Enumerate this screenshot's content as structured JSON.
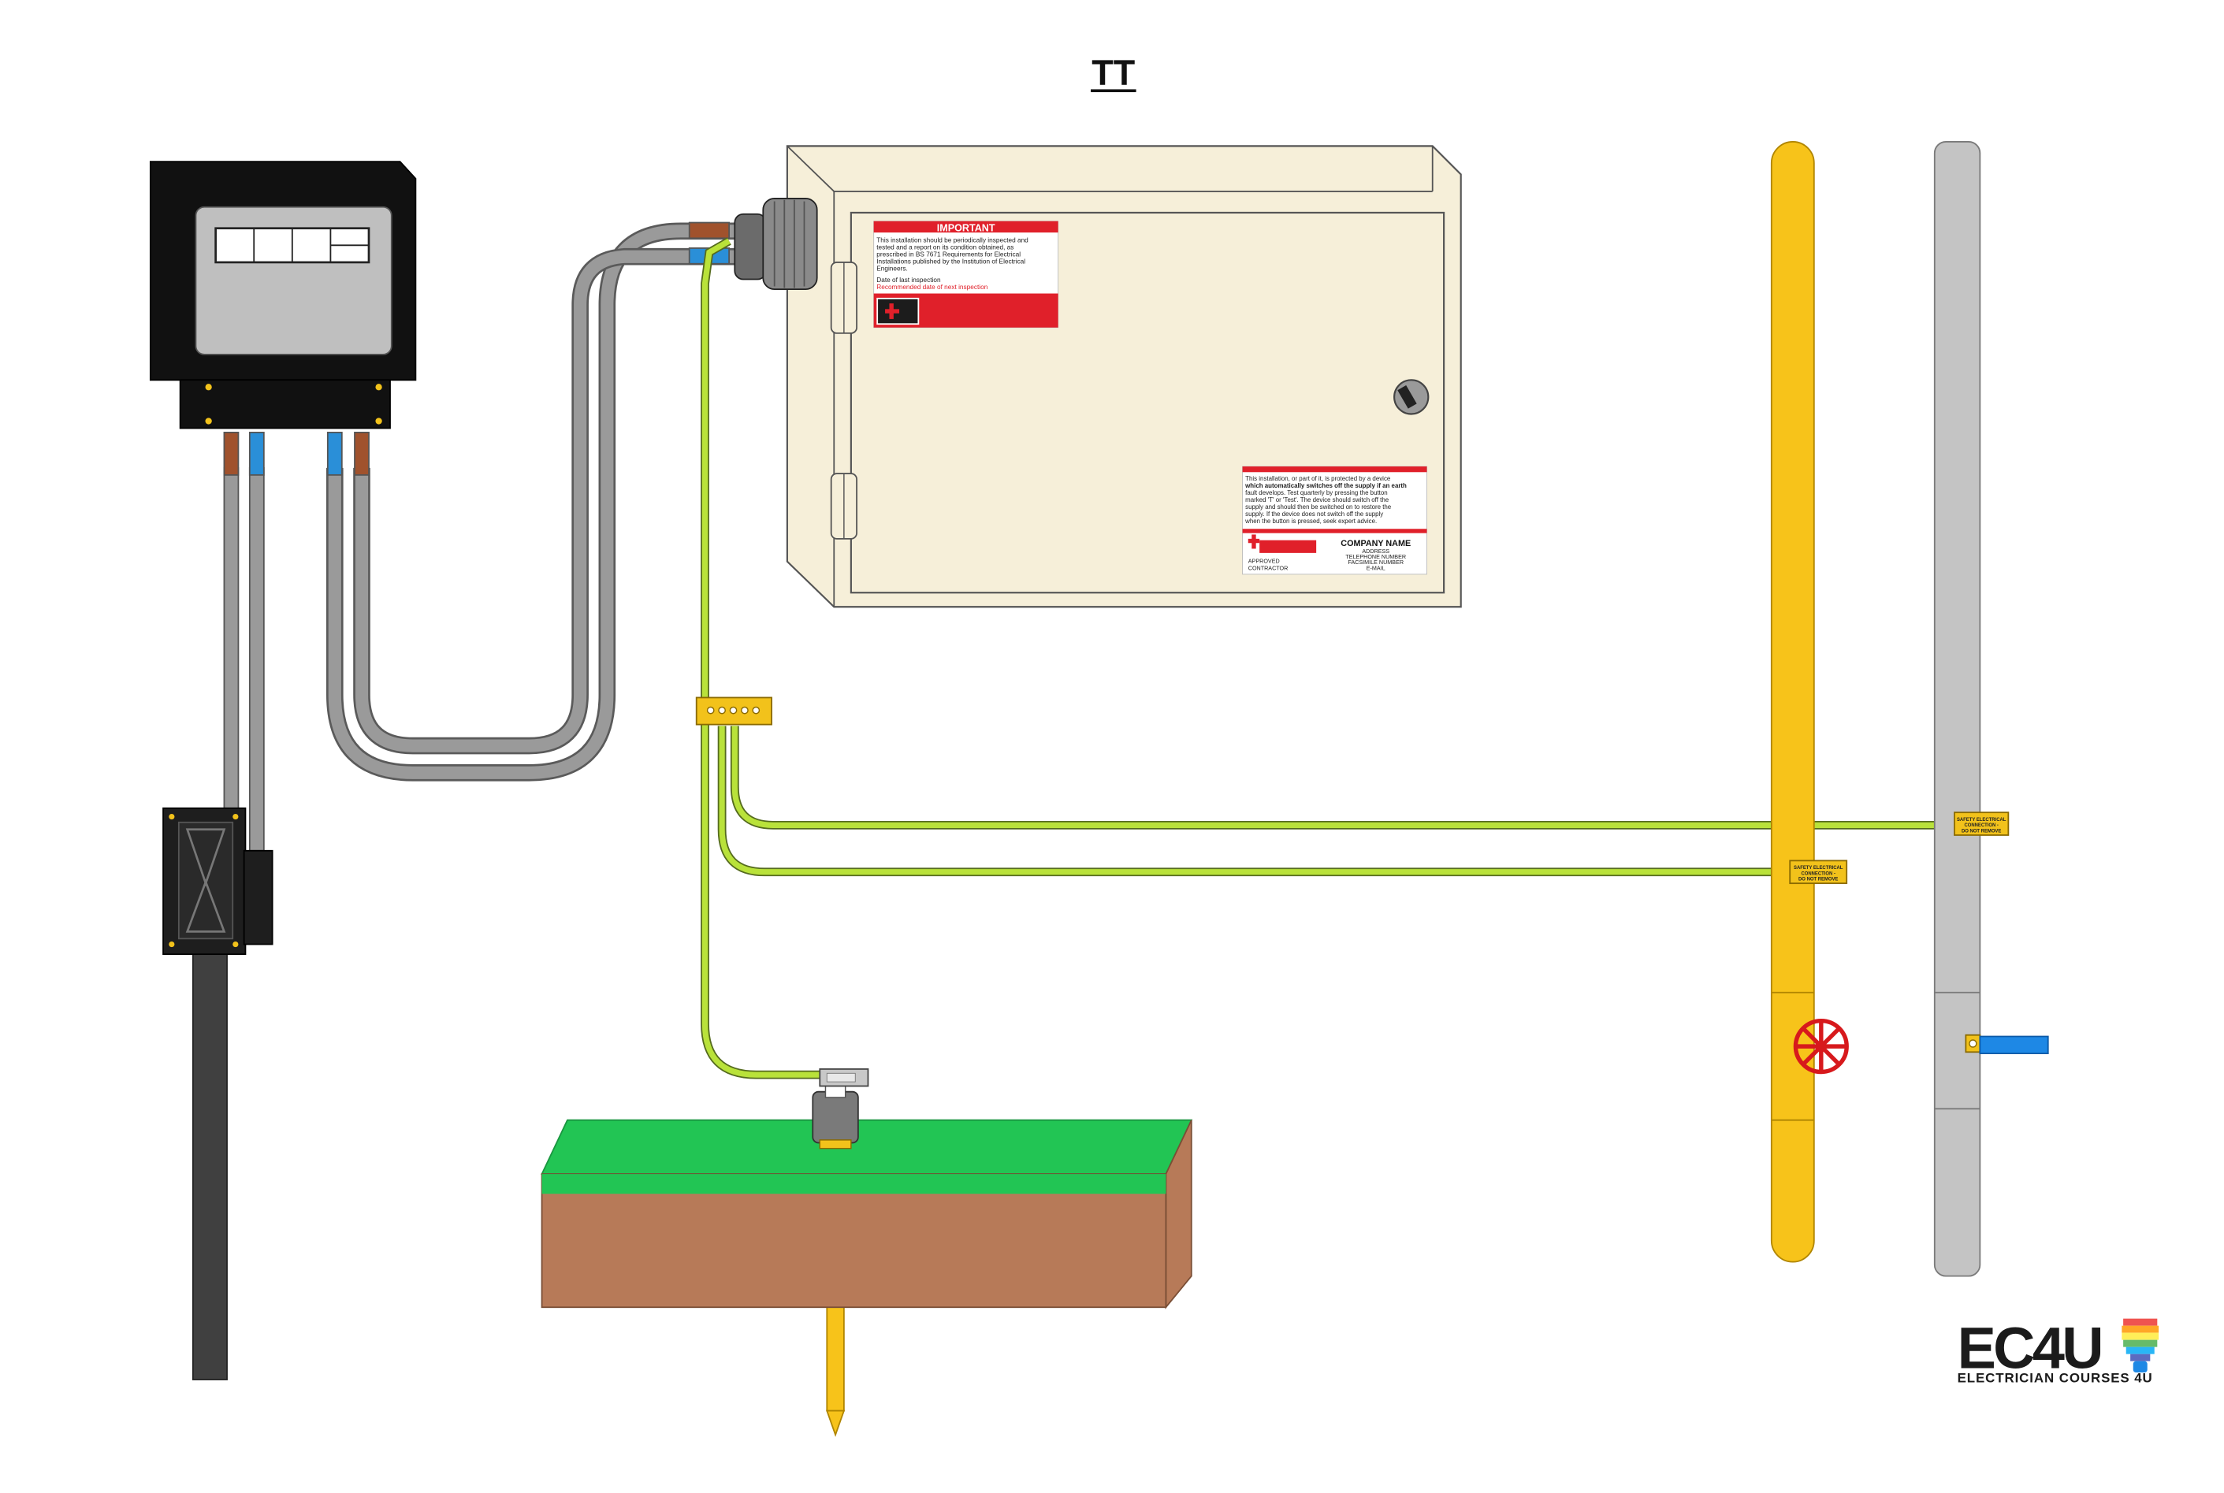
{
  "diagram": {
    "title": "TT",
    "important_label": {
      "heading": "IMPORTANT",
      "body_lines": [
        "This installation should be periodically inspected and",
        "tested and a report on its condition obtained, as",
        "prescribed in BS 7671 Requirements for Electrical",
        "Installations published by the Institution of Electrical",
        "Engineers."
      ],
      "date_last": "Date of last inspection",
      "date_next": "Recommended date of next inspection"
    },
    "rcd_label": {
      "body_lines": [
        "This installation, or part of it, is protected by a device",
        "which automatically switches off the supply if an earth",
        "fault develops. Test quarterly by pressing the button",
        "marked 'T' or 'Test'. The device should switch off the",
        "supply and should then be switched on to restore the",
        "supply. If the device does not switch off the supply",
        "when the button is pressed, seek expert advice."
      ],
      "company_name": "COMPANY NAME",
      "company_lines": [
        "ADDRESS",
        "TELEPHONE NUMBER",
        "FACSIMILE NUMBER",
        "E-MAIL"
      ],
      "approved": [
        "APPROVED",
        "CONTRACTOR"
      ]
    },
    "clamp_label": [
      "SAFETY ELECTRICAL",
      "CONNECTION -",
      "DO NOT REMOVE"
    ],
    "logo": {
      "text": "EC4U",
      "subtitle": "ELECTRICIAN COURSES 4U"
    },
    "colors": {
      "earth_cable": "#b9e23a",
      "gas_pipe": "#f7c31a",
      "water_pipe": "#c4c4c4",
      "consumer_unit": "#f6efd9",
      "grass": "#22c554",
      "soil": "#b77a58",
      "label_red": "#e0202a"
    }
  }
}
